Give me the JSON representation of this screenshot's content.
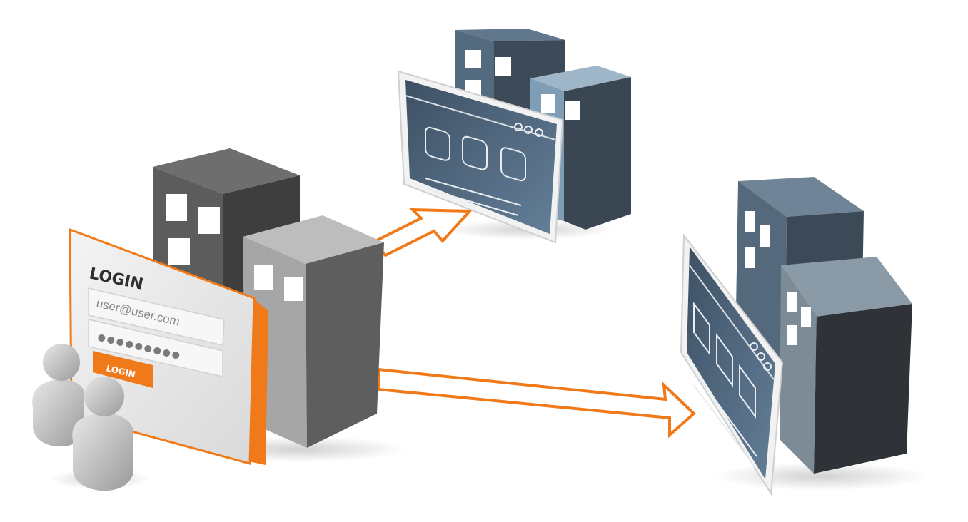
{
  "login_card": {
    "title": "LOGIN",
    "email_value": "user@user.com",
    "password_mask": "●●●●●●●●●",
    "button_label": "LOGIN"
  },
  "colors": {
    "accent": "#F07A1A",
    "building_dark": "#4f6173",
    "building_light": "#7b9bb4",
    "building_grey": "#a9a9a9",
    "screen": "#3d5166"
  },
  "icons": {
    "users": "users-icon",
    "source_building": "office-building-icon",
    "target_buildings": "office-building-icon",
    "app_screen": "browser-window-icon",
    "arrows": "arrow-right-icon"
  }
}
